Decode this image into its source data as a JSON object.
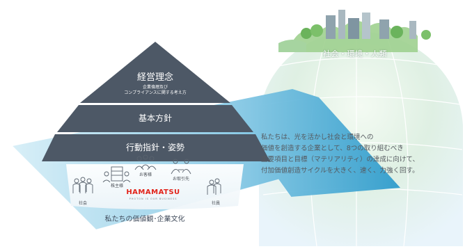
{
  "pyramid": {
    "top_title": "経営理念",
    "top_subtitle_line1": "企業倫理及び",
    "top_subtitle_line2": "コンプライアンスに関する考え方",
    "middle": "基本方針",
    "bottom": "行動指針・姿勢"
  },
  "stakeholders": {
    "shareholders": "株主様",
    "customers": "お客様",
    "suppliers": "お取引先",
    "society": "社会",
    "employees": "社員"
  },
  "brand": {
    "name": "HAMAMATSU",
    "tagline": "PHOTON IS OUR BUSINESS"
  },
  "values_label": "私たちの価値観･企業文化",
  "world_label": "社会・環境・人類",
  "message": [
    "私たちは、光を活かし社会と環境への",
    "価値を創造する企業として、8つの取り組むべき",
    "重要項目と目標（マテリアリティ）の達成に向けて、",
    "付加価値創造サイクルを大きく、速く、力強く回す。"
  ],
  "colors": {
    "pyramid": "#4d5866",
    "arrow_light": "#bfe3f0",
    "arrow_dark": "#2e9fcf",
    "globe_green": "#cfe9d6",
    "globe_blue": "#e6f3fb",
    "brand_red": "#e2231a"
  }
}
